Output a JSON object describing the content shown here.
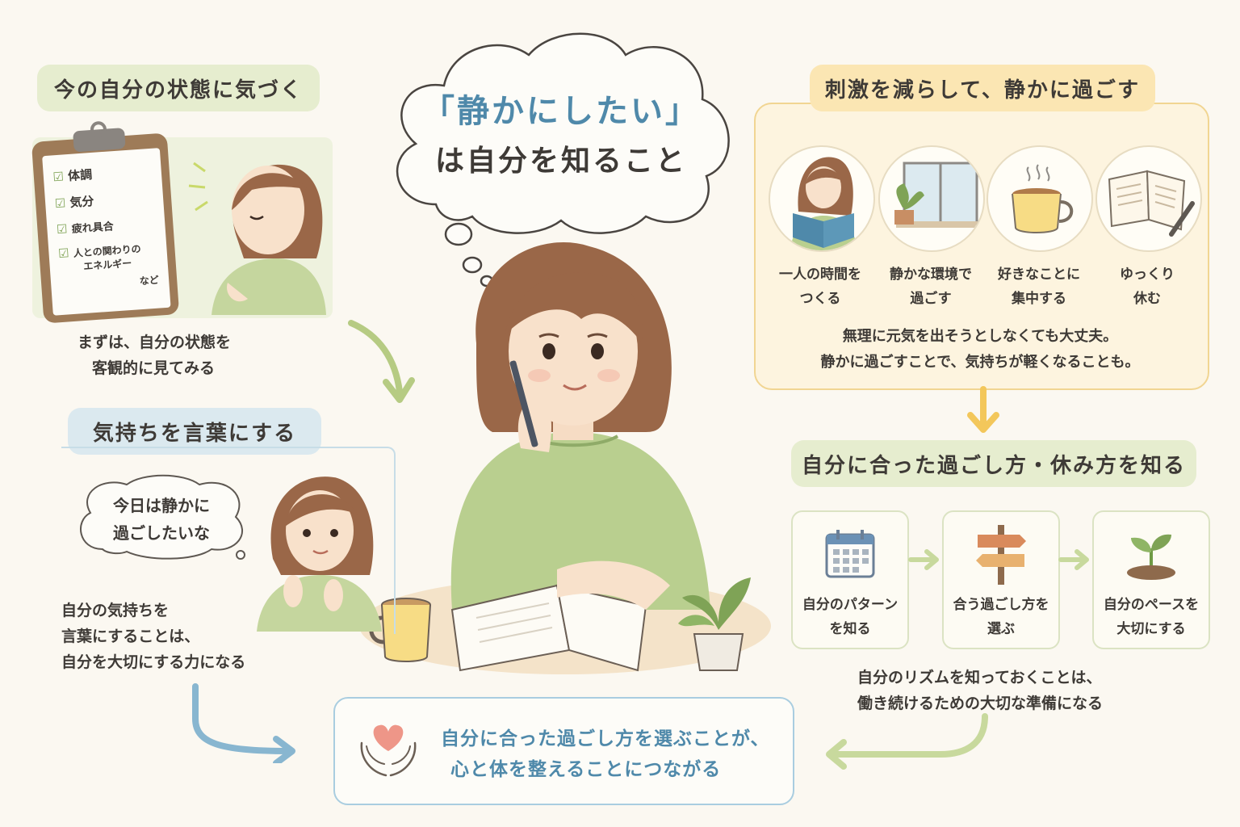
{
  "center": {
    "title_quote": "「静かにしたい」",
    "title_rest": "は自分を知ること"
  },
  "section1": {
    "heading": "今の自分の状態に気づく",
    "checklist": [
      "体調",
      "気分",
      "疲れ具合",
      "人との関わりの",
      "エネルギー",
      "など"
    ],
    "caption": [
      "まずは、自分の状態を",
      "客観的に見てみる"
    ]
  },
  "section2": {
    "heading": "気持ちを言葉にする",
    "bubble": [
      "今日は静かに",
      "過ごしたいな"
    ],
    "caption": [
      "自分の気持ちを",
      "言葉にすることは、",
      "自分を大切にする力になる"
    ]
  },
  "section3": {
    "heading": "刺激を減らして、静かに過ごす",
    "items": [
      {
        "icon": "reading-person-icon",
        "label": [
          "一人の時間を",
          "つくる"
        ]
      },
      {
        "icon": "window-plant-icon",
        "label": [
          "静かな環境で",
          "過ごす"
        ]
      },
      {
        "icon": "coffee-cup-icon",
        "label": [
          "好きなことに",
          "集中する"
        ]
      },
      {
        "icon": "notebook-pen-icon",
        "label": [
          "ゆっくり",
          "休む"
        ]
      }
    ],
    "note": [
      "無理に元気を出そうとしなくても大丈夫。",
      "静かに過ごすことで、気持ちが軽くなることも。"
    ]
  },
  "section4": {
    "heading": "自分に合った過ごし方・休み方を知る",
    "steps": [
      {
        "icon": "calendar-icon",
        "label": [
          "自分のパターン",
          "を知る"
        ]
      },
      {
        "icon": "signpost-icon",
        "label": [
          "合う過ごし方を",
          "選ぶ"
        ]
      },
      {
        "icon": "sprout-icon",
        "label": [
          "自分のペースを",
          "大切にする"
        ]
      }
    ],
    "caption": [
      "自分のリズムを知っておくことは、",
      "働き続けるための大切な準備になる"
    ]
  },
  "conclusion": {
    "lines": [
      "自分に合った過ごし方を選ぶことが、",
      "心と体を整えることにつながる"
    ]
  },
  "colors": {
    "title_blue": "#4f89aa",
    "green_arrow": "#b6cb83",
    "blue_arrow": "#88b6d0",
    "yellow_arrow": "#f3c75b",
    "heart": "#ee9688"
  }
}
